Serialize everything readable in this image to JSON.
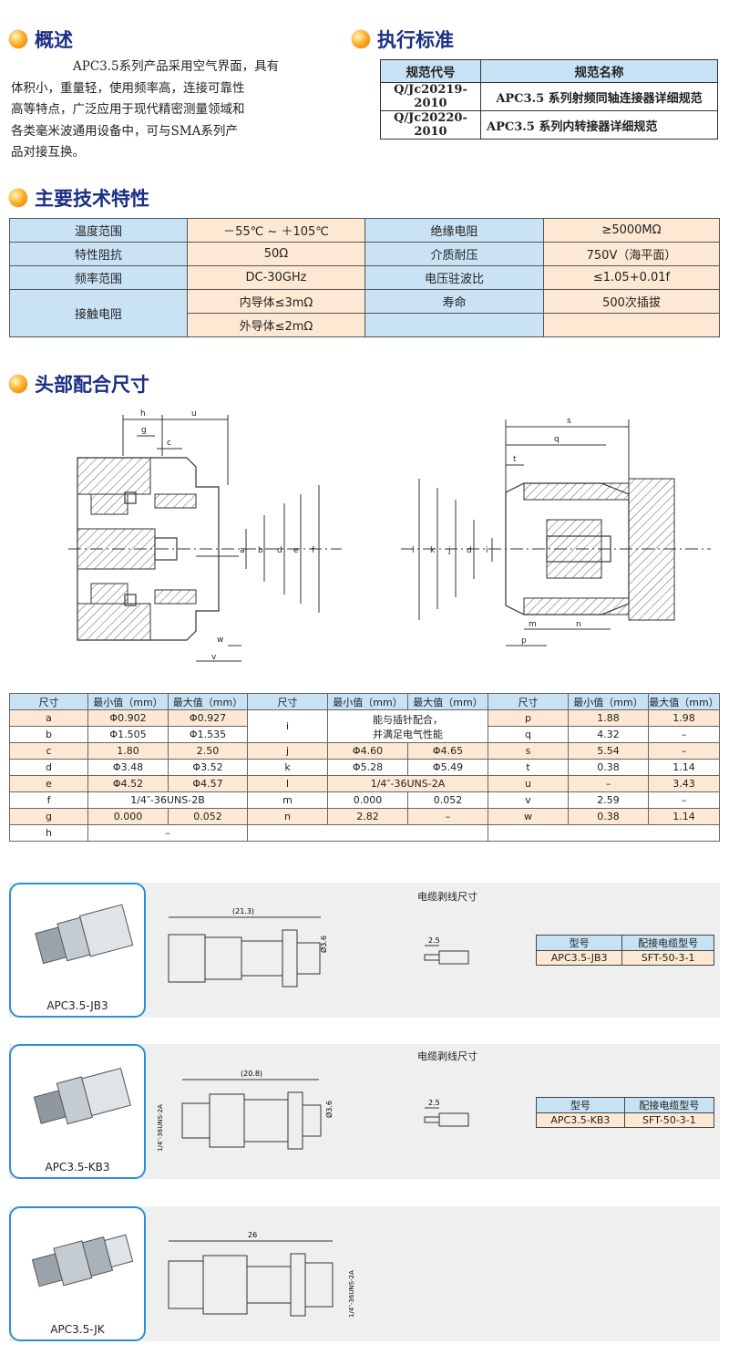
{
  "sections": {
    "overview": "概述",
    "standard": "执行标准",
    "features": "主要技术特性",
    "mating": "头部配合尺寸"
  },
  "overview_lines": [
    "APC3.5系列产品采用空气界面，具有",
    "体积小，重量轻，使用频率高，连接可靠性",
    "高等特点，广泛应用于现代精密测量领域和",
    "各类毫米波通用设备中，可与SMA系列产",
    "品对接互换。"
  ],
  "standards": {
    "headers": [
      "规范代号",
      "规范名称"
    ],
    "rows": [
      [
        "Q/Jc20219-2010",
        "APC3.5 系列射频同轴连接器详细规范"
      ],
      [
        "Q/Jc20220-2010",
        "APC3.5 系列内转接器详细规范"
      ]
    ]
  },
  "features": {
    "temp_label": "温度范围",
    "temp_value": "－55℃ ~ ＋105℃",
    "insul_label": "绝缘电阻",
    "insul_value": "≥5000MΩ",
    "imp_label": "特性阻抗",
    "imp_value": "50Ω",
    "diel_label": "介质耐压",
    "diel_value": "750V（海平面）",
    "freq_label": "频率范围",
    "freq_value": "DC-30GHz",
    "vswr_label": "电压驻波比",
    "vswr_value": "≤1.05+0.01f",
    "contact_label": "接触电阻",
    "contact_inner": "内导体≤3mΩ",
    "contact_outer": "外导体≤2mΩ",
    "life_label": "寿命",
    "life_value": "500次插拔"
  },
  "drawing_labels": {
    "left": [
      "h",
      "u",
      "g",
      "c",
      "a",
      "b",
      "d",
      "e",
      "f",
      "w",
      "v"
    ],
    "right": [
      "s",
      "q",
      "t",
      "l",
      "k",
      "j",
      "d",
      "i",
      "m",
      "n",
      "p"
    ]
  },
  "dimensions": {
    "header": [
      "尺寸",
      "最小值（mm）",
      "最大值（mm）"
    ],
    "col1": [
      [
        "a",
        "Φ0.902",
        "Φ0.927"
      ],
      [
        "b",
        "Φ1.505",
        "Φ1.535"
      ],
      [
        "c",
        "1.80",
        "2.50"
      ],
      [
        "d",
        "Φ3.48",
        "Φ3.52"
      ],
      [
        "e",
        "Φ4.52",
        "Φ4.57"
      ],
      [
        "f",
        "1/4″-36UNS-2B"
      ],
      [
        "g",
        "0.000",
        "0.052"
      ],
      [
        "h",
        "–"
      ]
    ],
    "col2_i_label": "i",
    "col2_i_note": [
      "能与插针配合，",
      "并满足电气性能"
    ],
    "col2": [
      [
        "j",
        "Φ4.60",
        "Φ4.65"
      ],
      [
        "k",
        "Φ5.28",
        "Φ5.49"
      ],
      [
        "l",
        "1/4″-36UNS-2A"
      ],
      [
        "m",
        "0.000",
        "0.052"
      ],
      [
        "n",
        "2.82",
        "–"
      ]
    ],
    "col3": [
      [
        "p",
        "1.88",
        "1.98"
      ],
      [
        "q",
        "4.32",
        "–"
      ],
      [
        "s",
        "5.54",
        "–"
      ],
      [
        "t",
        "0.38",
        "1.14"
      ],
      [
        "u",
        "–",
        "3.43"
      ],
      [
        "v",
        "2.59",
        "–"
      ],
      [
        "w",
        "0.38",
        "1.14"
      ]
    ]
  },
  "products": [
    {
      "name": "APC3.5-JB3",
      "length": "(21.3)",
      "dia": "Ø3.6",
      "strip_title": "电缆剥线尺寸",
      "strip_len": "2.5",
      "cable_header": [
        "型号",
        "配接电缆型号"
      ],
      "cable_row": [
        "APC3.5-JB3",
        "SFT-50-3-1"
      ]
    },
    {
      "name": "APC3.5-KB3",
      "length": "(20.8)",
      "dia": "Ø3.6",
      "thread": "1/4″-36UNS-2A",
      "strip_title": "电缆剥线尺寸",
      "strip_len": "2.5",
      "cable_header": [
        "型号",
        "配接电缆型号"
      ],
      "cable_row": [
        "APC3.5-KB3",
        "SFT-50-3-1"
      ]
    },
    {
      "name": "APC3.5-JK",
      "length": "26",
      "thread": "1/4″-36UNS-2A"
    }
  ]
}
